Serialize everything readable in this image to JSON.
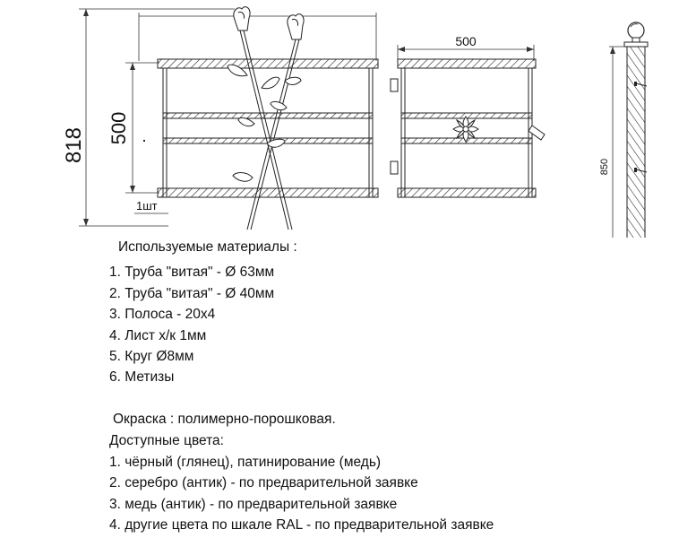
{
  "dimensions": {
    "total_height": "818",
    "section_height": "500",
    "section_width": "500",
    "post_height": "850",
    "quantity": "1шт"
  },
  "materials": {
    "heading": "Используемые  материалы :",
    "items": [
      "1.  Труба  \"витая\" - Ø 63мм",
      "2.  Труба \"витая\"  - Ø 40мм",
      "3.  Полоса - 20х4",
      "4.  Лист х/к 1мм",
      "5.  Круг Ø8мм",
      "6.  Метизы"
    ]
  },
  "paint": {
    "line": "Окраска : полимерно-порошковая.",
    "colors_heading": "Доступные цвета:",
    "colors": [
      "1.  чёрный (глянец), патинирование (медь)",
      "2.  серебро (антик) - по предварительной заявке",
      "3.  медь (антик) - по предварительной заявке",
      "4.  другие цвета по шкале RAL - по предварительной заявке"
    ]
  }
}
